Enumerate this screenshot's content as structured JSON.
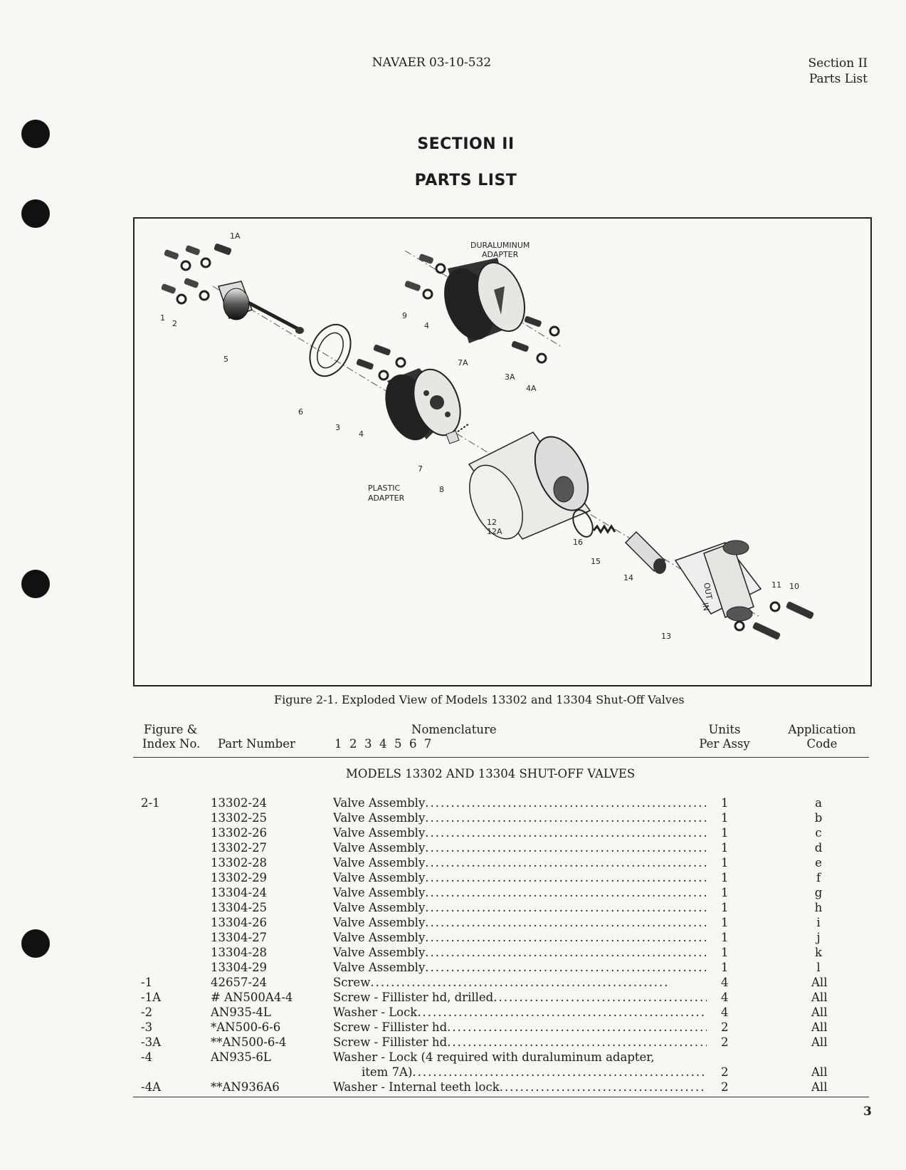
{
  "header": {
    "doc_number": "NAVAER 03-10-532",
    "section_ref_line1": "Section II",
    "section_ref_line2": "Parts List"
  },
  "title": {
    "section": "SECTION II",
    "name": "PARTS LIST"
  },
  "figure": {
    "caption": "Figure 2-1.  Exploded View of Models 13302 and 13304 Shut-Off Valves",
    "labels": {
      "duraluminum_adapter_1": "DURALUMINUM",
      "duraluminum_adapter_2": "ADAPTER",
      "plastic_adapter_1": "PLASTIC",
      "plastic_adapter_2": "ADAPTER",
      "c1": "1",
      "c1a": "1A",
      "c2": "2",
      "c3": "3",
      "c3a": "3A",
      "c4a": "4",
      "c4b": "4",
      "c4x": "4A",
      "c5": "5",
      "c6": "6",
      "c7": "7",
      "c7a": "7A",
      "c8": "8",
      "c9": "9",
      "c10": "10",
      "c11": "11",
      "c12": "12",
      "c12a": "12A",
      "c13": "13",
      "c14": "14",
      "c15": "15",
      "c16": "16",
      "in_mark": "IN",
      "out_mark": "OUT"
    }
  },
  "table": {
    "headers": {
      "fig_line1": "Figure &",
      "fig_line2": "Index No.",
      "part": "Part Number",
      "nom_line1": "Nomenclature",
      "nom_line2": "1  2  3  4  5  6  7",
      "units_line1": "Units",
      "units_line2": "Per Assy",
      "app_line1": "Application",
      "app_line2": "Code"
    },
    "subtitle": "MODELS 13302 AND 13304 SHUT-OFF VALVES",
    "rows": [
      {
        "fig": "2-1",
        "part": "13302-24",
        "nom": "Valve Assembly",
        "units": "1",
        "app": "a"
      },
      {
        "fig": "",
        "part": "13302-25",
        "nom": "Valve Assembly",
        "units": "1",
        "app": "b"
      },
      {
        "fig": "",
        "part": "13302-26",
        "nom": "Valve Assembly",
        "units": "1",
        "app": "c"
      },
      {
        "fig": "",
        "part": "13302-27",
        "nom": "Valve Assembly",
        "units": "1",
        "app": "d"
      },
      {
        "fig": "",
        "part": "13302-28",
        "nom": "Valve Assembly",
        "units": "1",
        "app": "e"
      },
      {
        "fig": "",
        "part": "13302-29",
        "nom": "Valve Assembly",
        "units": "1",
        "app": "f"
      },
      {
        "fig": "",
        "part": "13304-24",
        "nom": "Valve Assembly",
        "units": "1",
        "app": "g"
      },
      {
        "fig": "",
        "part": "13304-25",
        "nom": "Valve Assembly",
        "units": "1",
        "app": "h"
      },
      {
        "fig": "",
        "part": "13304-26",
        "nom": "Valve Assembly",
        "units": "1",
        "app": "i"
      },
      {
        "fig": "",
        "part": "13304-27",
        "nom": "Valve Assembly",
        "units": "1",
        "app": "j"
      },
      {
        "fig": "",
        "part": "13304-28",
        "nom": "Valve Assembly",
        "units": "1",
        "app": "k"
      },
      {
        "fig": "",
        "part": "13304-29",
        "nom": "Valve Assembly",
        "units": "1",
        "app": "l"
      },
      {
        "fig": "-1",
        "part": "42657-24",
        "nom": "Screw",
        "units": "4",
        "app": "All"
      },
      {
        "fig": "-1A",
        "part": "# AN500A4-4",
        "nom": "Screw - Fillister hd, drilled",
        "units": "4",
        "app": "All"
      },
      {
        "fig": "-2",
        "part": "AN935-4L",
        "nom": "Washer - Lock",
        "units": "4",
        "app": "All"
      },
      {
        "fig": "-3",
        "part": "*AN500-6-6",
        "nom": "Screw - Fillister hd",
        "units": "2",
        "app": "All"
      },
      {
        "fig": "-3A",
        "part": "**AN500-6-4",
        "nom": "Screw - Fillister hd",
        "units": "2",
        "app": "All"
      },
      {
        "fig": "-4",
        "part": "AN935-6L",
        "nom": "Washer - Lock (4 required with duraluminum adapter,",
        "units": "",
        "app": ""
      },
      {
        "fig": "",
        "part": "",
        "nom": "item 7A)",
        "units": "2",
        "app": "All"
      },
      {
        "fig": "-4A",
        "part": "**AN936A6",
        "nom": "Washer - Internal teeth lock",
        "units": "2",
        "app": "All"
      }
    ]
  },
  "page_number": "3"
}
